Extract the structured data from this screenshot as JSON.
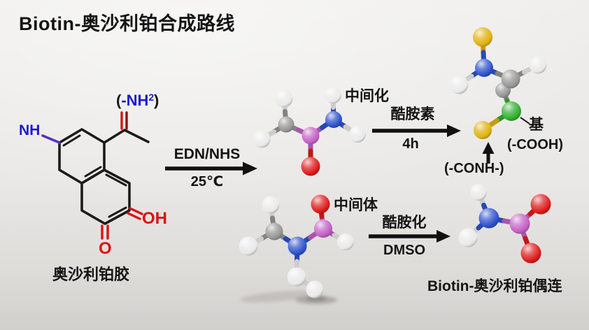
{
  "title": "Biotin-奥沙利铂合成路线",
  "left_structure": {
    "caption": "奥沙利铂胶",
    "nh_label": "NH",
    "amine": {
      "open": "(",
      "body": "-NH",
      "sup": "2",
      "close": ")"
    },
    "oh_label": "OH",
    "ketone_label": "O"
  },
  "reactions": [
    {
      "reagent": "EDN/NHS",
      "condition": "25℃"
    },
    {
      "reagent": "酷胺素",
      "condition": "4h"
    },
    {
      "reagent": "酷胺化",
      "condition": "DMSO"
    }
  ],
  "molecules": {
    "intermediate_top": {
      "label": "中间化"
    },
    "product_top": {
      "pointer_label": "基",
      "cooh_label": "(-COOH)",
      "conh_label": "(-CONH-)"
    },
    "intermediate_bottom": {
      "label": "中间体"
    },
    "product_bottom": {
      "caption": "Biotin-奥沙利铂偶连"
    }
  },
  "colors": {
    "background": "#e9e8e6",
    "text_primary": "#141414",
    "text_blue": "#1b1bd0",
    "text_red": "#d81414",
    "bond_purple": "#5b2fc0",
    "atoms": {
      "hydrogen": "#e9e9e9",
      "carbon": "#959595",
      "nitrogen": "#2d51cc",
      "oxygen": "#dd1a1a",
      "pink": "#c25fc4",
      "yellow": "#e0b10e",
      "green": "#2fae2f"
    }
  }
}
